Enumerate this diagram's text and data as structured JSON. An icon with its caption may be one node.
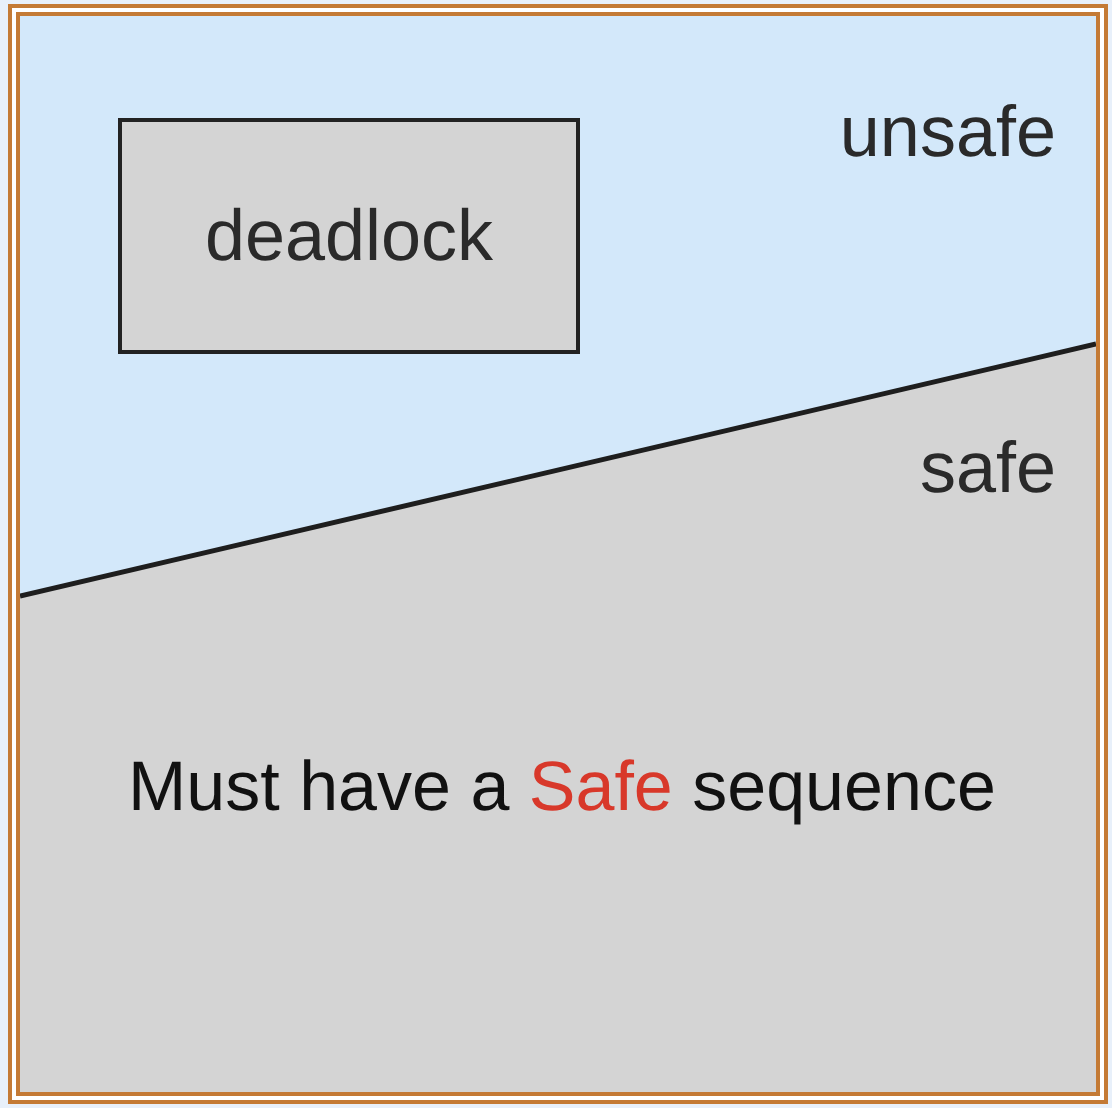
{
  "diagram": {
    "nodes": [
      {
        "text": [
          "unsafe"
        ]
      },
      {
        "text": [
          "deadlock"
        ],
        "in": 0
      },
      {
        "text": [
          "safe",
          "Must have a *Safe* sequence"
        ]
      }
    ]
  }
}
